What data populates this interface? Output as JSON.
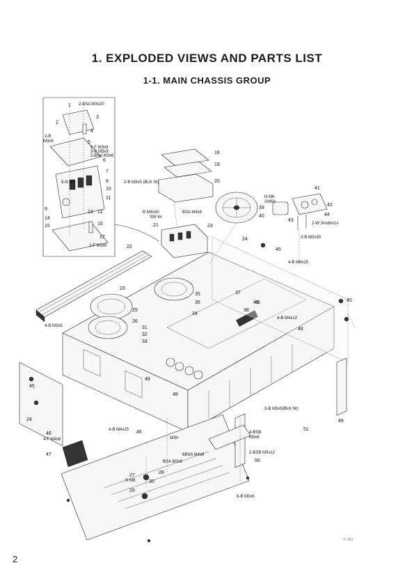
{
  "page": {
    "title": "1. EXPLODED VIEWS AND PARTS LIST",
    "subtitle": "1-1.  MAIN CHASSIS GROUP",
    "page_number": "2",
    "code": "F-183"
  },
  "callouts": [
    {
      "id": "c1",
      "text": "2-BSA M3x20"
    },
    {
      "id": "c2",
      "text": "3"
    },
    {
      "id": "c3",
      "text": "2"
    },
    {
      "id": "c4",
      "text": "1"
    },
    {
      "id": "c5",
      "text": "4"
    },
    {
      "id": "c6",
      "text": "2-B"
    },
    {
      "id": "c7",
      "text": "M3x6"
    },
    {
      "id": "c8",
      "text": "5"
    },
    {
      "id": "c9",
      "text": "9-F M3x9"
    },
    {
      "id": "c10",
      "text": "3-B M3x9"
    },
    {
      "id": "c11",
      "text": "2-BSA M3x6"
    },
    {
      "id": "c12",
      "text": "6"
    },
    {
      "id": "c13",
      "text": "7"
    },
    {
      "id": "c14",
      "text": "8"
    },
    {
      "id": "c15",
      "text": "10"
    },
    {
      "id": "c16",
      "text": "11"
    },
    {
      "id": "c17",
      "text": "12"
    },
    {
      "id": "c18",
      "text": "13"
    },
    {
      "id": "c19",
      "text": "14"
    },
    {
      "id": "c20",
      "text": "15"
    },
    {
      "id": "c21",
      "text": "16"
    },
    {
      "id": "c22",
      "text": "17"
    },
    {
      "id": "c23",
      "text": "2-F M3x6"
    },
    {
      "id": "c24",
      "text": "9"
    },
    {
      "id": "c25",
      "text": "5-N M2"
    },
    {
      "id": "c26",
      "text": "18"
    },
    {
      "id": "c27",
      "text": "19"
    },
    {
      "id": "c28",
      "text": "20"
    },
    {
      "id": "c29",
      "text": "2-B M3x5 (BLK NI)"
    },
    {
      "id": "c30",
      "text": "B M4x30"
    },
    {
      "id": "c31",
      "text": "SW 4#"
    },
    {
      "id": "c32",
      "text": "BSA M4x6"
    },
    {
      "id": "c33",
      "text": "21"
    },
    {
      "id": "c34",
      "text": "23"
    },
    {
      "id": "c35",
      "text": "22"
    },
    {
      "id": "c36",
      "text": "N M6"
    },
    {
      "id": "c37",
      "text": "SW6#"
    },
    {
      "id": "c38",
      "text": "41"
    },
    {
      "id": "c39",
      "text": "42"
    },
    {
      "id": "c40",
      "text": "39"
    },
    {
      "id": "c41",
      "text": "40"
    },
    {
      "id": "c42",
      "text": "43"
    },
    {
      "id": "c43",
      "text": "44"
    },
    {
      "id": "c44",
      "text": "2-W 3#x8#x1#"
    },
    {
      "id": "c45",
      "text": "2-B M3x30"
    },
    {
      "id": "c46",
      "text": "24"
    },
    {
      "id": "c47",
      "text": "45"
    },
    {
      "id": "c48",
      "text": "4-B M4x25"
    },
    {
      "id": "c49",
      "text": "23"
    },
    {
      "id": "c50",
      "text": "35"
    },
    {
      "id": "c51",
      "text": "36"
    },
    {
      "id": "c52",
      "text": "37"
    },
    {
      "id": "c53",
      "text": "48"
    },
    {
      "id": "c54",
      "text": "38"
    },
    {
      "id": "c55",
      "text": "34"
    },
    {
      "id": "c56",
      "text": "25"
    },
    {
      "id": "c57",
      "text": "26"
    },
    {
      "id": "c58",
      "text": "31"
    },
    {
      "id": "c59",
      "text": "32"
    },
    {
      "id": "c60",
      "text": "33"
    },
    {
      "id": "c61",
      "text": "4-B M3x8"
    },
    {
      "id": "c62",
      "text": "4-B M4x12"
    },
    {
      "id": "c63",
      "text": "48"
    },
    {
      "id": "c64",
      "text": "45"
    },
    {
      "id": "c65",
      "text": "48"
    },
    {
      "id": "c66",
      "text": "48"
    },
    {
      "id": "c67",
      "text": "45"
    },
    {
      "id": "c68",
      "text": "24"
    },
    {
      "id": "c69",
      "text": "46"
    },
    {
      "id": "c70",
      "text": "4-F M4x6"
    },
    {
      "id": "c71",
      "text": "47"
    },
    {
      "id": "c72",
      "text": "4-B M4x25"
    },
    {
      "id": "c73",
      "text": "45"
    },
    {
      "id": "c74",
      "text": "W3#"
    },
    {
      "id": "c75",
      "text": "BSA M3x5"
    },
    {
      "id": "c76",
      "text": "6BSA M4x8"
    },
    {
      "id": "c77",
      "text": "27"
    },
    {
      "id": "c78",
      "text": "28"
    },
    {
      "id": "c79",
      "text": "N M8"
    },
    {
      "id": "c80",
      "text": "30"
    },
    {
      "id": "c81",
      "text": "29"
    },
    {
      "id": "c82",
      "text": "3-B M3x6(BLK NI)"
    },
    {
      "id": "c83",
      "text": "51"
    },
    {
      "id": "c84",
      "text": "4-BSB"
    },
    {
      "id": "c85",
      "text": "M3x8"
    },
    {
      "id": "c86",
      "text": "2-BSB M3x12"
    },
    {
      "id": "c87",
      "text": "50"
    },
    {
      "id": "c88",
      "text": "49"
    },
    {
      "id": "c89",
      "text": "6-B M3x6"
    },
    {
      "id": "c90",
      "text": "45"
    }
  ]
}
